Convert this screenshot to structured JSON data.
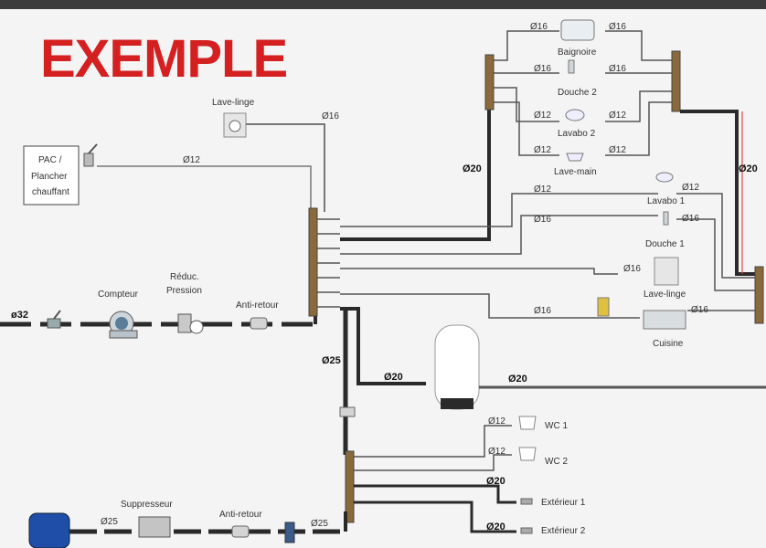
{
  "title": "EXEMPLE",
  "source": {
    "heat_pump_label": [
      "PAC /",
      "Plancher",
      "chauffant"
    ],
    "main_diameter": "ø32",
    "meter_label": "Compteur",
    "reducer_label": [
      "Réduc.",
      "Pression"
    ],
    "check_valve_label": "Anti-retour"
  },
  "rain_tank": {
    "booster_label": "Suppresseur",
    "check_valve_label": "Anti-retour",
    "diameter_in": "Ø25",
    "diameter_out": "Ø25"
  },
  "cold_manifold": {
    "washer_label": "Lave-linge",
    "washer_diameter": "Ø16",
    "pac_diameter": "Ø12",
    "riser_diameter": "Ø20",
    "trunk_diameter": "Ø25",
    "heater_feed_diameter": "Ø20"
  },
  "top_fixtures": [
    {
      "label": "Baignoire",
      "d_left": "Ø16",
      "d_right": "Ø16"
    },
    {
      "label": "Douche 2",
      "d_left": "Ø16",
      "d_right": "Ø16"
    },
    {
      "label": "Lavabo 2",
      "d_left": "Ø12",
      "d_right": "Ø12"
    },
    {
      "label": "Lave-main",
      "d_left": "Ø12",
      "d_right": "Ø12"
    }
  ],
  "mid_fixtures": [
    {
      "label": "Lavabo 1",
      "d_cold": "Ø12",
      "d_hot": "Ø12"
    },
    {
      "label": "Douche 1",
      "d_cold": "Ø16",
      "d_hot": "Ø16"
    },
    {
      "label": "Lave-linge",
      "d_cold": "Ø16"
    },
    {
      "label": "Cuisine",
      "d_cold": "Ø16",
      "d_hot": "Ø16"
    }
  ],
  "hot_riser_diameter": "Ø20",
  "heater_out_diameter": "Ø20",
  "lower_fixtures": [
    {
      "label": "WC 1",
      "d": "Ø12"
    },
    {
      "label": "WC 2",
      "d": "Ø12"
    },
    {
      "label": "Extérieur 1",
      "d": "Ø20"
    },
    {
      "label": "Extérieur 2",
      "d": "Ø20"
    }
  ]
}
